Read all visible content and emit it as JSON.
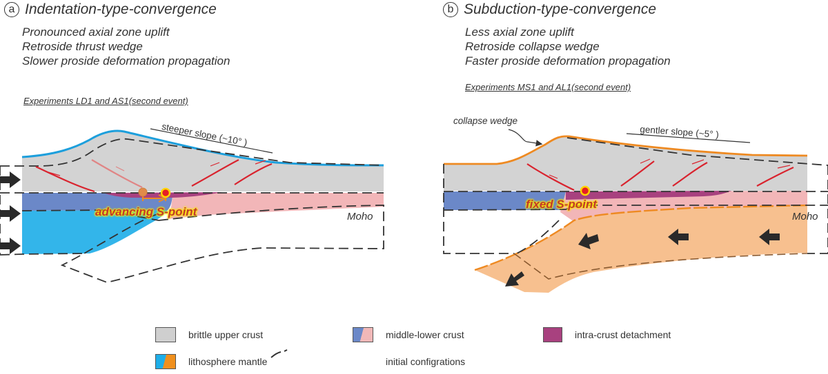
{
  "panel_a": {
    "badge": "a",
    "title": "Indentation-type-convergence",
    "features": [
      "Pronounced axial zone uplift",
      "Retroside thrust wedge",
      "Slower proside deformation propagation"
    ],
    "experiments": "Experiments LD1 and AS1(second event)",
    "slope_label": "steeper slope (~10°  )",
    "moho_label": "Moho",
    "s_point_label": "advancing S-point"
  },
  "panel_b": {
    "badge": "b",
    "title": "Subduction-type-convergence",
    "features": [
      "Less axial zone uplift",
      "Retroside collapse wedge",
      "Faster proside deformation propagation"
    ],
    "experiments": "Experiments MS1 and AL1(second event)",
    "slope_label": "gentler slope (~5°  )",
    "wedge_label": "collapse wedge",
    "moho_label": "Moho",
    "s_point_label": "fixed S-point"
  },
  "legend": [
    {
      "label": "brittle upper crust",
      "colors": [
        "#cfcfcf"
      ]
    },
    {
      "label": "middle-lower crust",
      "colors": [
        "#6b88c8",
        "#f1b8b8"
      ]
    },
    {
      "label": "intra-crust detachment",
      "colors": [
        "#a8417f"
      ]
    },
    {
      "label": "lithosphere mantle",
      "colors": [
        "#1eaee8",
        "#f0901e"
      ]
    },
    {
      "label": "initial configrations",
      "colors": []
    }
  ],
  "colors": {
    "upper_crust": "#d3d3d3",
    "mid_lower_blue": "#6b88c8",
    "mid_lower_pink": "#f2b6b8",
    "detachment": "#a8417f",
    "mantle_blue": "#33b5ea",
    "mantle_orange": "#f7c08f",
    "surface_blue": "#1d9fdc",
    "surface_orange": "#ee8a22",
    "fault_red": "#d9232e"
  }
}
